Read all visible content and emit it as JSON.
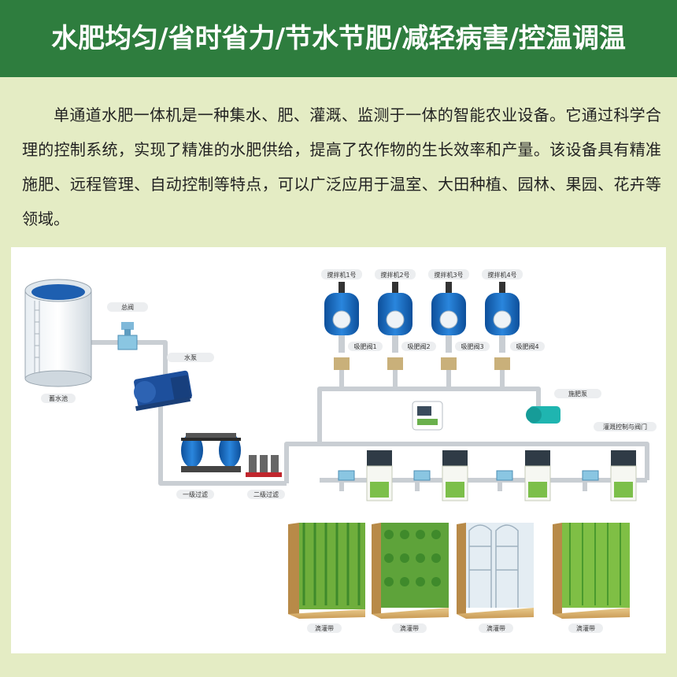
{
  "header": {
    "title": "水肥均匀/省时省力/节水节肥/减轻病害/控温调温"
  },
  "intro": {
    "text": "单通道水肥一体机是一种集水、肥、灌溉、监测于一体的智能农业设备。它通过科学合理的控制系统，实现了精准的水肥供给，提高了农作物的生长效率和产量。该设备具有精准施肥、远程管理、自动控制等特点，可以广泛应用于温室、大田种植、园林、果园、花卉等领域。"
  },
  "diagram": {
    "labels": {
      "tank": "蓄水池",
      "main_valve": "总阀",
      "pump": "水泵",
      "filter1": "一级过滤",
      "filter2": "二级过滤",
      "fert_pump": "施肥泵",
      "irrigation_valve": "灌溉控制与阀门"
    },
    "mixers": [
      "搅拌机1号",
      "搅拌机2号",
      "搅拌机3号",
      "搅拌机4号"
    ],
    "suction_valves": [
      "吸肥阀1",
      "吸肥阀2",
      "吸肥阀3",
      "吸肥阀4"
    ],
    "drip_lines": [
      "滴灌带",
      "滴灌带",
      "滴灌带",
      "滴灌带"
    ]
  },
  "colors": {
    "banner": "#2e7d3e",
    "page_bg": "#e4ecc4",
    "pipe": "#c8cdd2",
    "tank_water": "#1e5fb0",
    "mixer_blue": "#1a6fc4"
  }
}
